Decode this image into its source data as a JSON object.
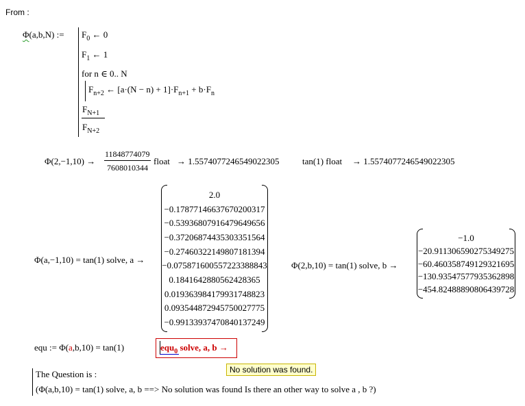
{
  "header": {
    "from_label": "From :"
  },
  "definition": {
    "phi_lhs": "Φ(a,b,N) :=",
    "line_f0": "F",
    "line_f0_sub": "0",
    "line_f0_rhs": "← 0",
    "line_f1": "F",
    "line_f1_sub": "1",
    "line_f1_rhs": "← 1",
    "for_line": "for  n ∈ 0.. N",
    "rec_f": "F",
    "rec_sub": "n+2",
    "rec_rhs": "← [a·(N − n) + 1]·F",
    "rec_sub2": "n+1",
    "rec_rhs2": " + b·F",
    "rec_sub3": "n",
    "frac_num": "F",
    "frac_num_sub": "N+1",
    "frac_den": "F",
    "frac_den_sub": "N+2"
  },
  "eval1": {
    "lhs": "Φ(2,−1,10) →",
    "num": "11848774079",
    "den": "7608010344",
    "float_kw": "float",
    "arrow": "→ 1.5574077246549022305"
  },
  "eval2": {
    "lhs": "tan(1) float",
    "arrow": "→ 1.5574077246549022305"
  },
  "solve_a": {
    "lhs": "Φ(a,−1,10) = tan(1) solve, a  →",
    "values": [
      "2.0",
      "−0.17877146637670200317",
      "−0.53936807916479649656",
      "−0.37206874435303351564",
      "−0.27460322149807181394",
      "−0.075871600557223388843",
      "0.1841642880562428365",
      "0.019363984179931748823",
      "0.093544872945750027775",
      "−0.99133937470840137249"
    ]
  },
  "solve_b": {
    "lhs": "Φ(2,b,10) = tan(1) solve, b  →",
    "values": [
      "−1.0",
      "−20.911306590275349275",
      "−60.460358749129321695",
      "−130.93547577935362898",
      "−454.82488890806439728"
    ]
  },
  "equ": {
    "lhs": "equ := Φ(",
    "a": "a",
    "mid": ",b,10) = tan(1)",
    "box_var": "equ",
    "box_sub": "0",
    "box_rest": " solve, a, b  →"
  },
  "tooltip": {
    "text": "No solution was found."
  },
  "question": {
    "title": "The Question is :",
    "body": "(Φ(a,b,10) = tan(1)   solve, a, b  ==>  No solution was found   Is there an other way to solve a , b ?)"
  }
}
